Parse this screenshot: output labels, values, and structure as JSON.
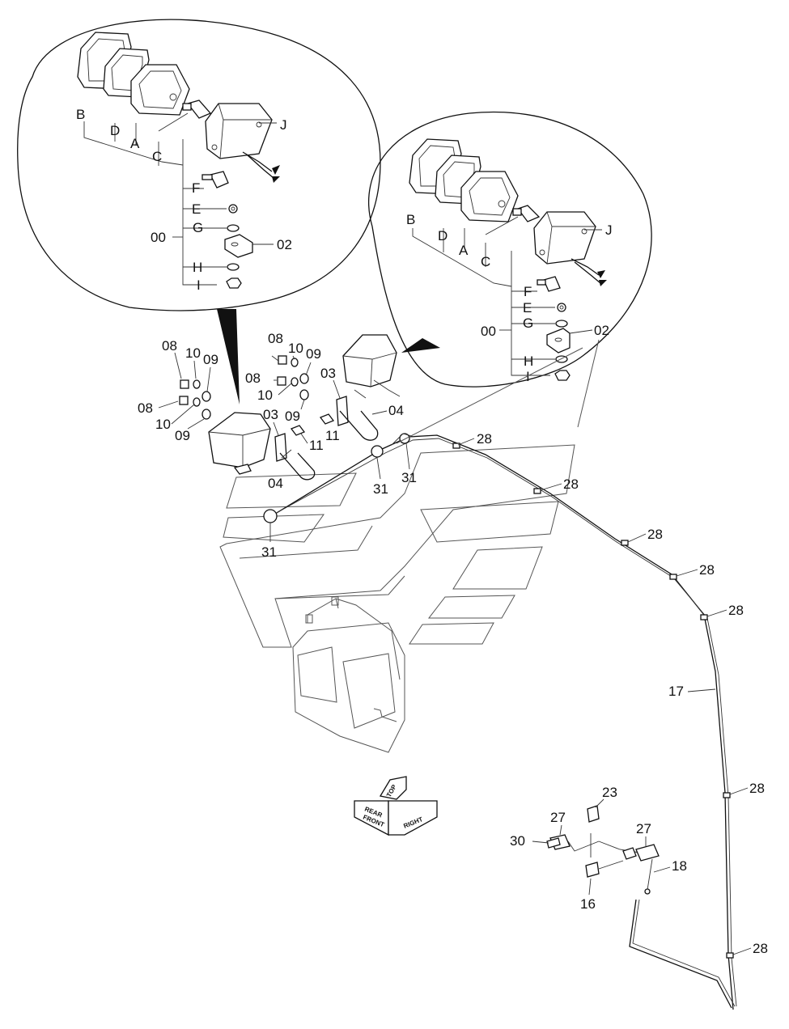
{
  "labels": {
    "d1": {
      "B": "B",
      "D": "D",
      "A": "A",
      "C": "C",
      "J": "J",
      "F": "F",
      "E": "E",
      "G": "G",
      "H": "H",
      "I": "I",
      "p00": "00",
      "p02": "02"
    },
    "d2": {
      "B": "B",
      "D": "D",
      "A": "A",
      "C": "C",
      "J": "J",
      "F": "F",
      "E": "E",
      "G": "G",
      "H": "H",
      "I": "I",
      "p00": "00",
      "p02": "02"
    },
    "left_lamp": {
      "p08a": "08",
      "p10a": "10",
      "p09a": "09",
      "p08b": "08",
      "p10b": "10",
      "p09b": "09",
      "p03": "03",
      "p11": "11",
      "p04": "04"
    },
    "right_lamp": {
      "p08a": "08",
      "p10a": "10",
      "p09a": "09",
      "p08b": "08",
      "p10b": "10",
      "p09b": "09",
      "p03": "03",
      "p11": "11",
      "p04": "04"
    },
    "harness": {
      "p31a": "31",
      "p31b": "31",
      "p31c": "31",
      "p28": [
        "28",
        "28",
        "28",
        "28",
        "28",
        "28",
        "28"
      ],
      "p17": "17",
      "p23": "23",
      "p27a": "27",
      "p27b": "27",
      "p30": "30",
      "p18": "18",
      "p16": "16"
    },
    "direction": {
      "front": "FRONT",
      "right": "RIGHT",
      "top": "TOP",
      "rear": "REAR"
    }
  }
}
